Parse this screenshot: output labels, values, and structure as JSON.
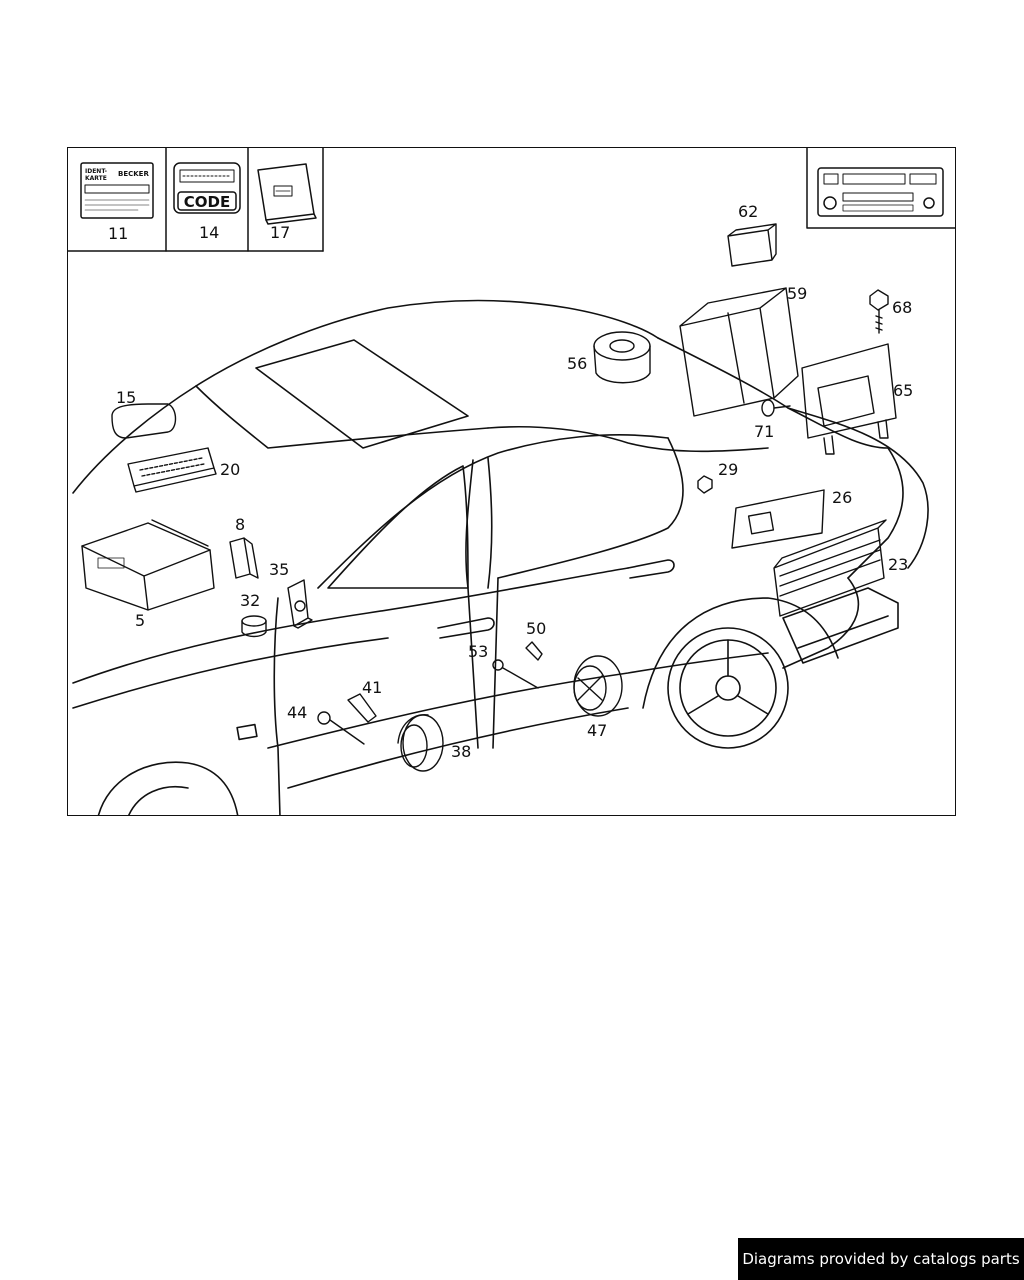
{
  "diagram": {
    "callouts": [
      {
        "id": "11",
        "label": "11"
      },
      {
        "id": "14",
        "label": "14"
      },
      {
        "id": "17",
        "label": "17"
      },
      {
        "id": "62",
        "label": "62"
      },
      {
        "id": "59",
        "label": "59"
      },
      {
        "id": "68",
        "label": "68"
      },
      {
        "id": "56",
        "label": "56"
      },
      {
        "id": "65",
        "label": "65"
      },
      {
        "id": "71",
        "label": "71"
      },
      {
        "id": "15",
        "label": "15"
      },
      {
        "id": "20",
        "label": "20"
      },
      {
        "id": "29",
        "label": "29"
      },
      {
        "id": "26",
        "label": "26"
      },
      {
        "id": "8",
        "label": "8"
      },
      {
        "id": "35",
        "label": "35"
      },
      {
        "id": "23",
        "label": "23"
      },
      {
        "id": "5",
        "label": "5"
      },
      {
        "id": "32",
        "label": "32"
      },
      {
        "id": "50",
        "label": "50"
      },
      {
        "id": "53",
        "label": "53"
      },
      {
        "id": "41",
        "label": "41"
      },
      {
        "id": "44",
        "label": "44"
      },
      {
        "id": "38",
        "label": "38"
      },
      {
        "id": "47",
        "label": "47"
      }
    ],
    "inset_labels": {
      "ident_card_line1": "IDENT-",
      "ident_card_line2": "KARTE",
      "brand": "BECKER",
      "code": "CODE"
    }
  },
  "footer": {
    "text": "Diagrams provided by catalogs parts"
  }
}
